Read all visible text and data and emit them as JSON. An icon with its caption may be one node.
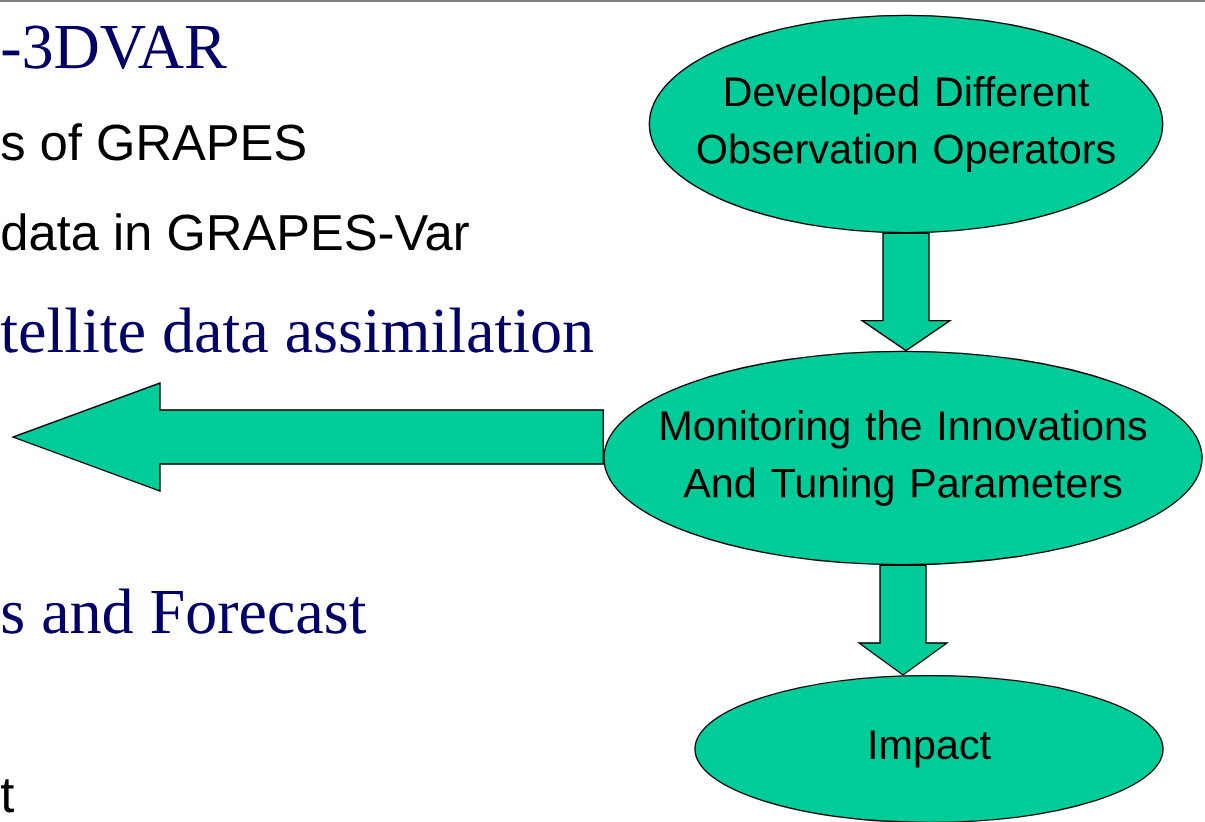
{
  "diagram": {
    "nodes": [
      {
        "text": [
          "Developed Different Observation Operators"
        ]
      },
      {
        "text": [
          "Monitoring the Innovations And Tuning Parameters"
        ]
      },
      {
        "text": [
          "Impact"
        ]
      }
    ],
    "edges": [
      {
        "from": 0,
        "to": 1,
        "arrow": "to"
      },
      {
        "from": 1,
        "to": 2,
        "arrow": "to"
      },
      {
        "from": 1,
        "to": null,
        "arrow": "to"
      }
    ],
    "labels": [
      "-3DVAR",
      "s of GRAPES",
      "data in GRAPES-Var",
      "tellite data assimilation",
      "s and Forecast",
      "t"
    ]
  }
}
